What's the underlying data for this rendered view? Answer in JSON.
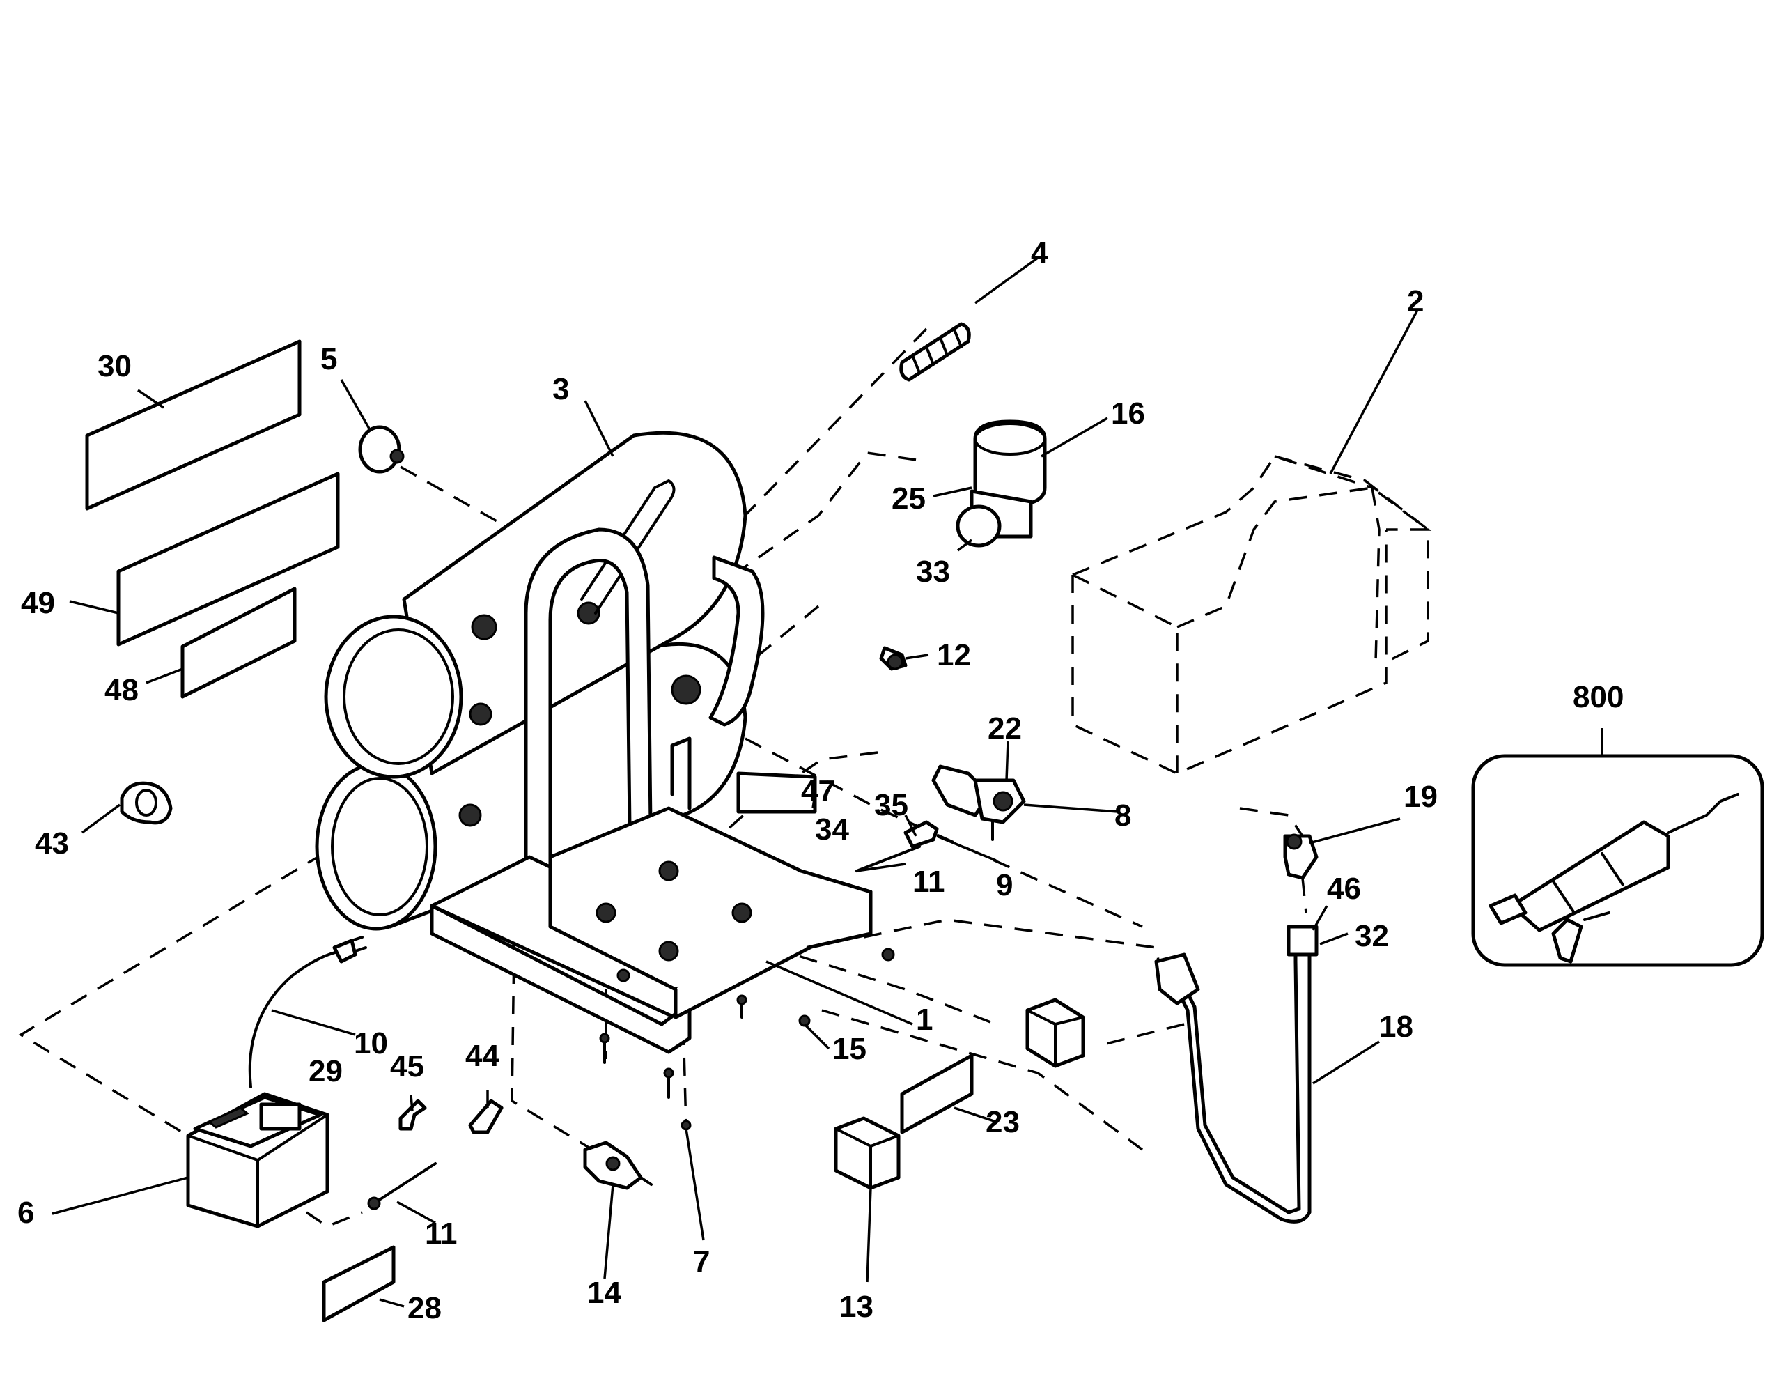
{
  "labels": {
    "l1": "1",
    "l2": "2",
    "l3": "3",
    "l4": "4",
    "l5": "5",
    "l6": "6",
    "l7": "7",
    "l8": "8",
    "l9": "9",
    "l10": "10",
    "l11a": "11",
    "l11b": "11",
    "l12": "12",
    "l13": "13",
    "l14": "14",
    "l15": "15",
    "l16": "16",
    "l18": "18",
    "l19": "19",
    "l22": "22",
    "l23": "23",
    "l25": "25",
    "l28": "28",
    "l29": "29",
    "l30": "30",
    "l32": "32",
    "l33": "33",
    "l34": "34",
    "l35": "35",
    "l43": "43",
    "l44": "44",
    "l45": "45",
    "l46": "46",
    "l47": "47",
    "l48": "48",
    "l49": "49",
    "l800": "800"
  }
}
